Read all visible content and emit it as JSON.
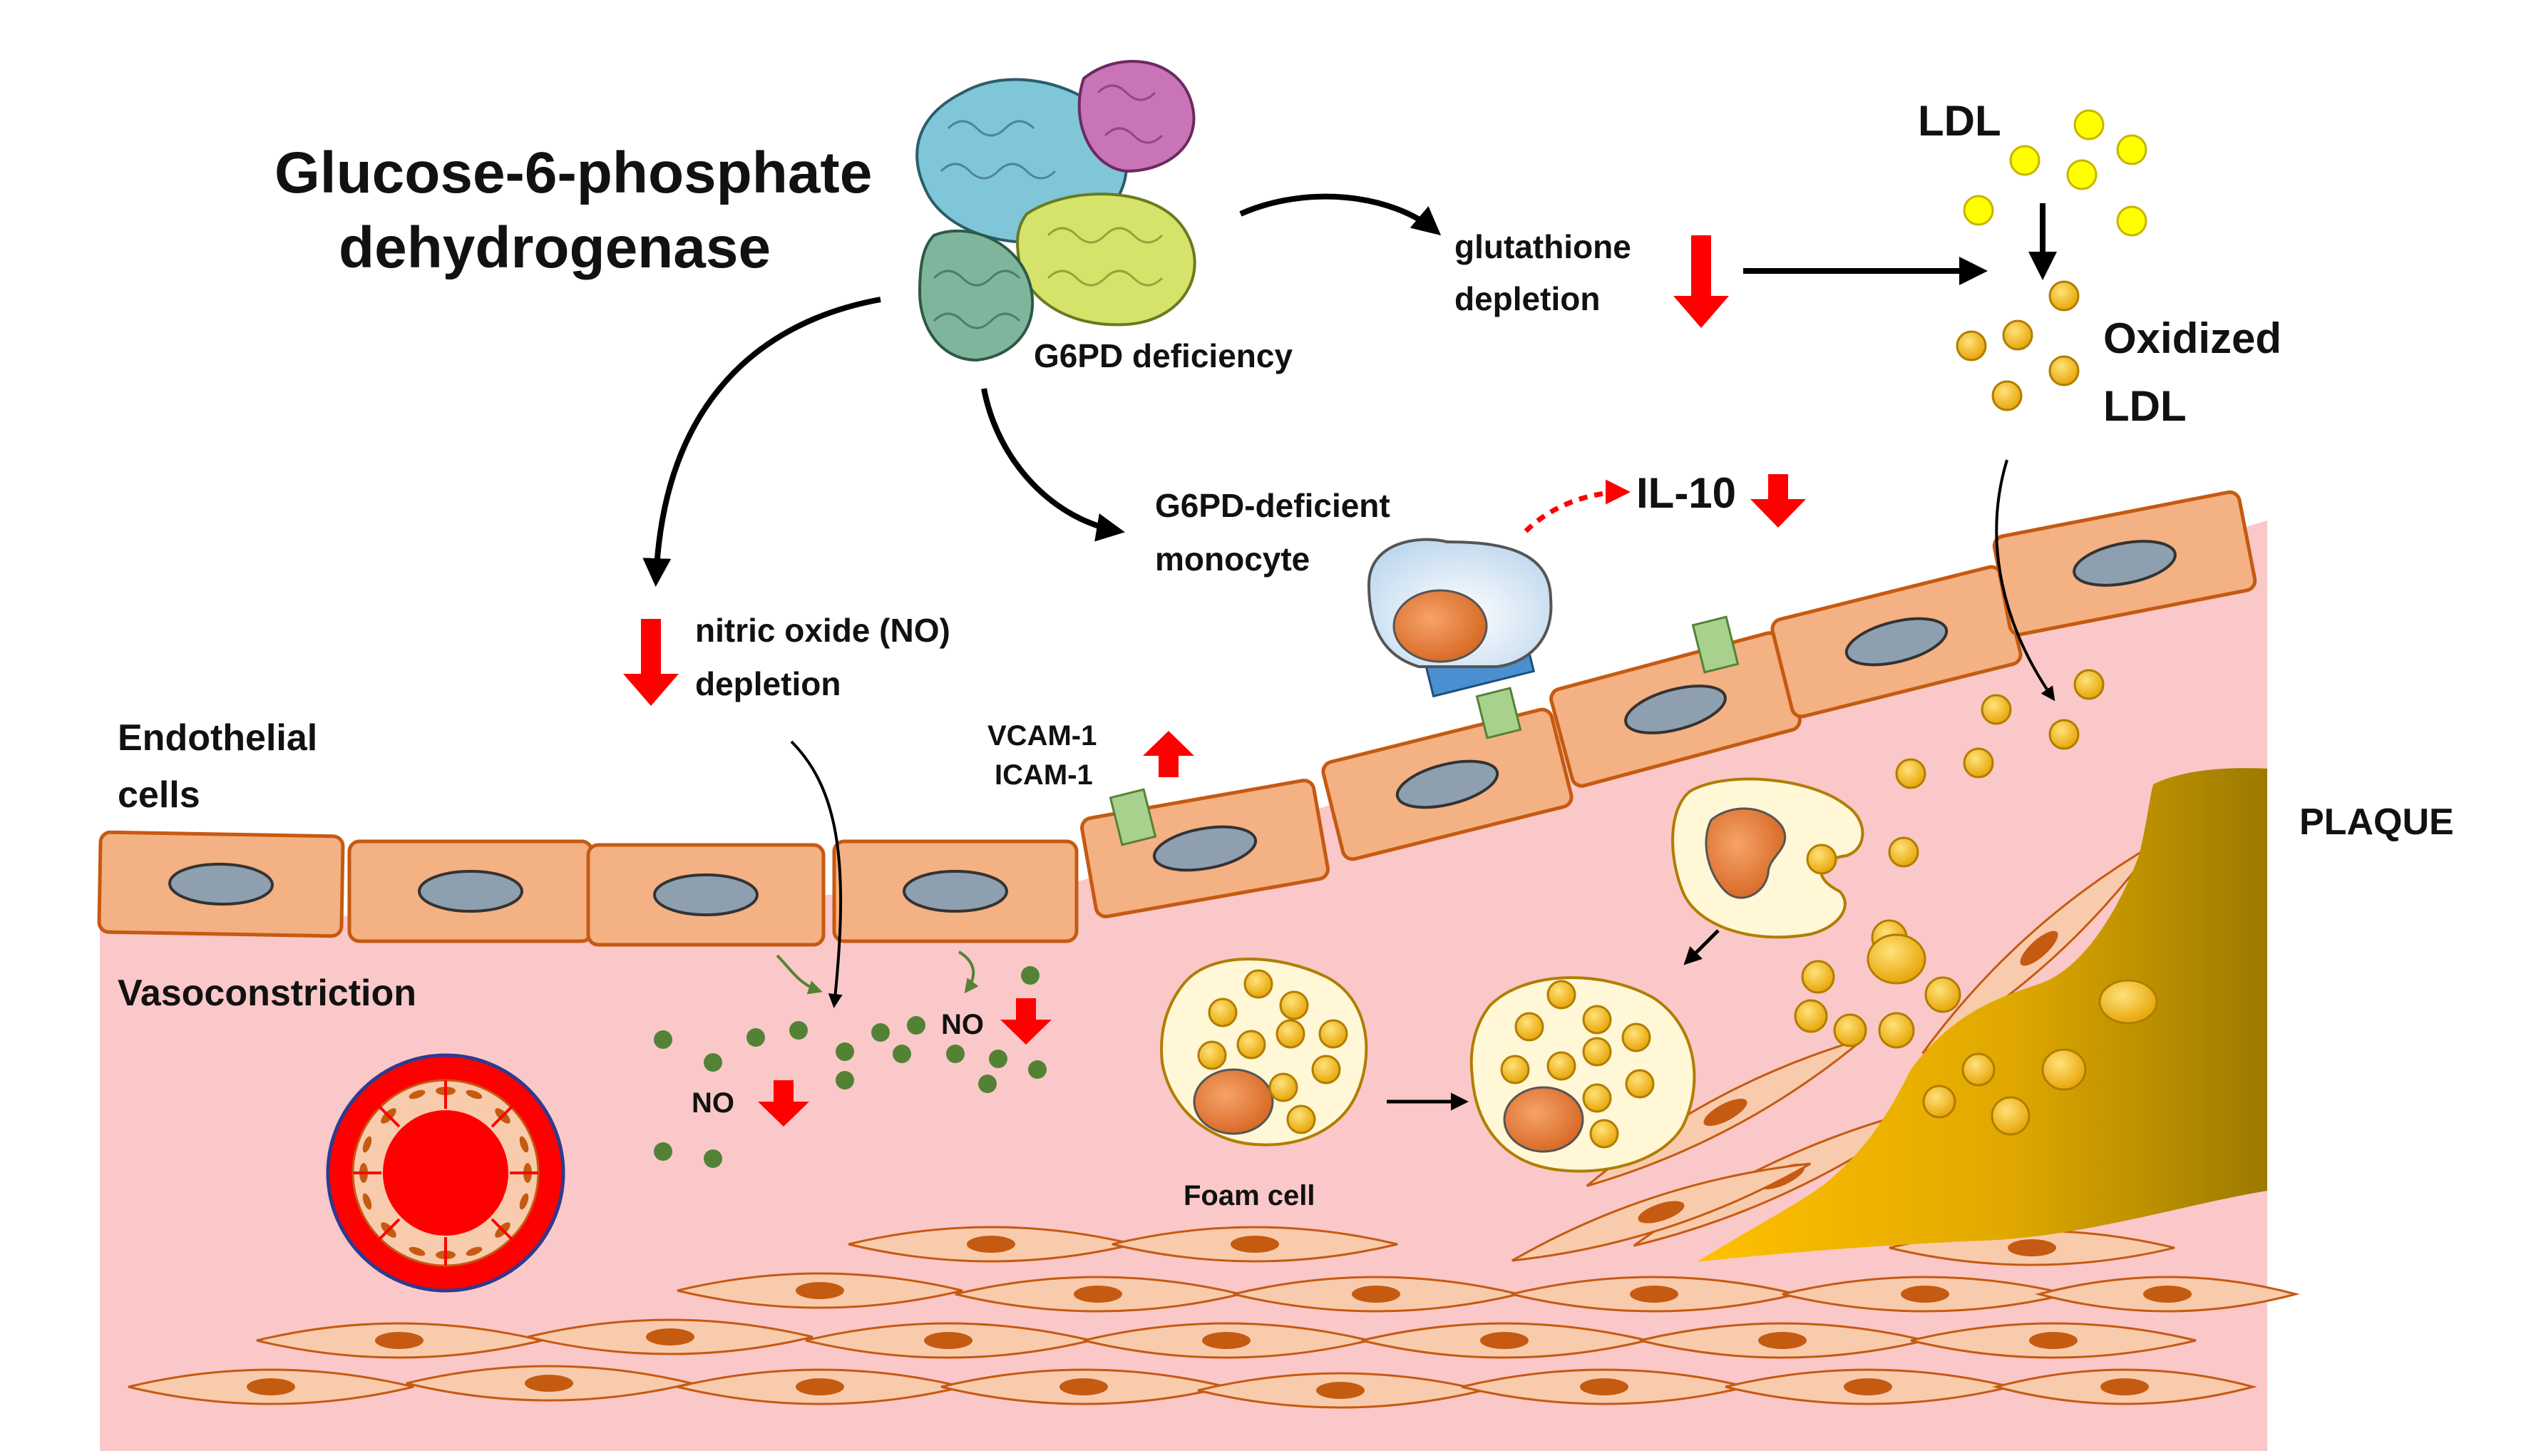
{
  "title": {
    "line1": "Glucose-6-phosphate",
    "line2": "dehydrogenase"
  },
  "labels": {
    "g6pd_deficiency": "G6PD deficiency",
    "glutathione_line1": "glutathione",
    "glutathione_line2": "depletion",
    "ldl": "LDL",
    "oxidized_line1": "Oxidized",
    "oxidized_line2": "LDL",
    "monocyte_line1": "G6PD-deficient",
    "monocyte_line2": "monocyte",
    "il10": "IL-10",
    "no_line1": "nitric oxide (NO)",
    "no_line2": "depletion",
    "endothelial_line1": "Endothelial",
    "endothelial_line2": "cells",
    "vcam": "VCAM-1",
    "icam": "ICAM-1",
    "plaque": "PLAQUE",
    "vasoconstriction": "Vasoconstriction",
    "no_left": "NO",
    "no_right": "NO",
    "foam_cell": "Foam cell"
  },
  "colors": {
    "tissue": "#fac8c8",
    "endothelial": "#f4b183",
    "endothelial_stroke": "#c55a11",
    "nucleus": "#8ea0b0",
    "smc": "#f8cbad",
    "smc_nucleus": "#c55a11",
    "arrow_down_red": "#ff0000",
    "no_dot": "#548235",
    "ldl": "#ffff00",
    "oxidized_ldl": "#ffc000",
    "plaque": "#bf9000",
    "vcam_box": "#a9d18e",
    "monocyte_receptor": "#4a8fd0",
    "vessel_red": "#ff0000"
  }
}
